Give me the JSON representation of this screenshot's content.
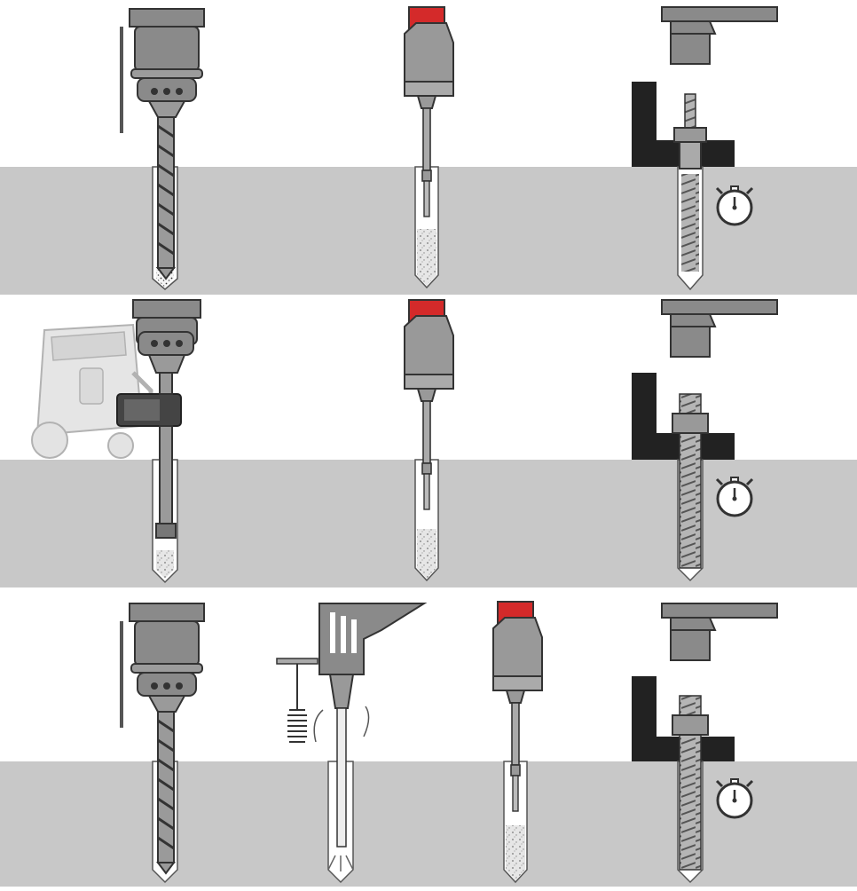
{
  "diagram": {
    "type": "anchor-installation-steps",
    "rows": [
      {
        "row": 1,
        "steps": [
          {
            "id": "drill-hole",
            "icon": "hammer-drill-icon"
          },
          {
            "id": "inject-adhesive",
            "icon": "adhesive-dispenser-icon"
          },
          {
            "id": "set-and-cure-anchor",
            "icon": "stopwatch-icon"
          }
        ]
      },
      {
        "row": 2,
        "steps": [
          {
            "id": "hollow-drill-with-vacuum",
            "icon": "vacuum-cleaner-icon"
          },
          {
            "id": "inject-adhesive",
            "icon": "adhesive-dispenser-icon"
          },
          {
            "id": "set-and-cure-anchor",
            "icon": "stopwatch-icon"
          }
        ]
      },
      {
        "row": 3,
        "steps": [
          {
            "id": "drill-hole",
            "icon": "hammer-drill-icon"
          },
          {
            "id": "brush-and-blow-clean",
            "icon": "air-blower-icon"
          },
          {
            "id": "inject-adhesive",
            "icon": "adhesive-dispenser-icon"
          },
          {
            "id": "set-and-cure-anchor",
            "icon": "stopwatch-icon"
          }
        ]
      }
    ]
  },
  "colors": {
    "concrete": "#c8c8c8",
    "tool_gray": "#8a8a8a",
    "outline": "#3a3a3a",
    "dispenser_red": "#d42a2a",
    "fixture_black": "#222222",
    "background": "#ffffff"
  }
}
